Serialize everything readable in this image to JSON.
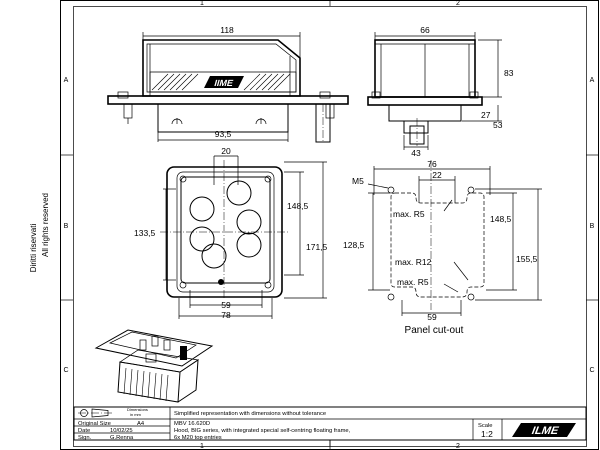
{
  "grid": {
    "columns": [
      "1",
      "2"
    ],
    "rows": [
      "A",
      "B",
      "C"
    ]
  },
  "side_text": {
    "rights": "All rights reserved",
    "rights2": "Diritti riservati"
  },
  "dims": {
    "top_width": "118",
    "side_width": "66",
    "side_height_total": "83",
    "side_27": "27",
    "side_53": "53",
    "side_43": "43",
    "front_base": "93,5",
    "plan_20": "20",
    "plan_133": "133,5",
    "plan_148": "148,5",
    "plan_171": "171,5",
    "plan_59": "59",
    "plan_78": "78",
    "cut_76": "76",
    "cut_m5": "M5",
    "cut_22": "22",
    "cut_maxr5_a": "max. R5",
    "cut_128": "128,5",
    "cut_148": "148,5",
    "cut_155": "155,5",
    "cut_maxr12": "max. R12",
    "cut_maxr5_b": "max. R5",
    "cut_59": "59"
  },
  "panel_cutout_label": "Panel  cut-out",
  "title_block": {
    "dim_symbol_label": "Dimensions",
    "dim_symbol_unit": "in mm",
    "description_header": "Simplified representation with dimensions without tolerance",
    "original_size_label": "Original Size",
    "original_size": "A4",
    "date_label": "Date",
    "date": "10/02/25",
    "sign_label": "Sign.",
    "sign": "G.Renna",
    "product_code": "MBV 16.620D",
    "product_desc_1": "Hood, BIG series, with integrated special self-centring floating frame,",
    "product_desc_2": "6x M20 top entries",
    "scale_label": "Scale",
    "scale": "1:2",
    "logo_text": "ILME",
    "footer_col_1": "1",
    "footer_col_2": "2"
  }
}
